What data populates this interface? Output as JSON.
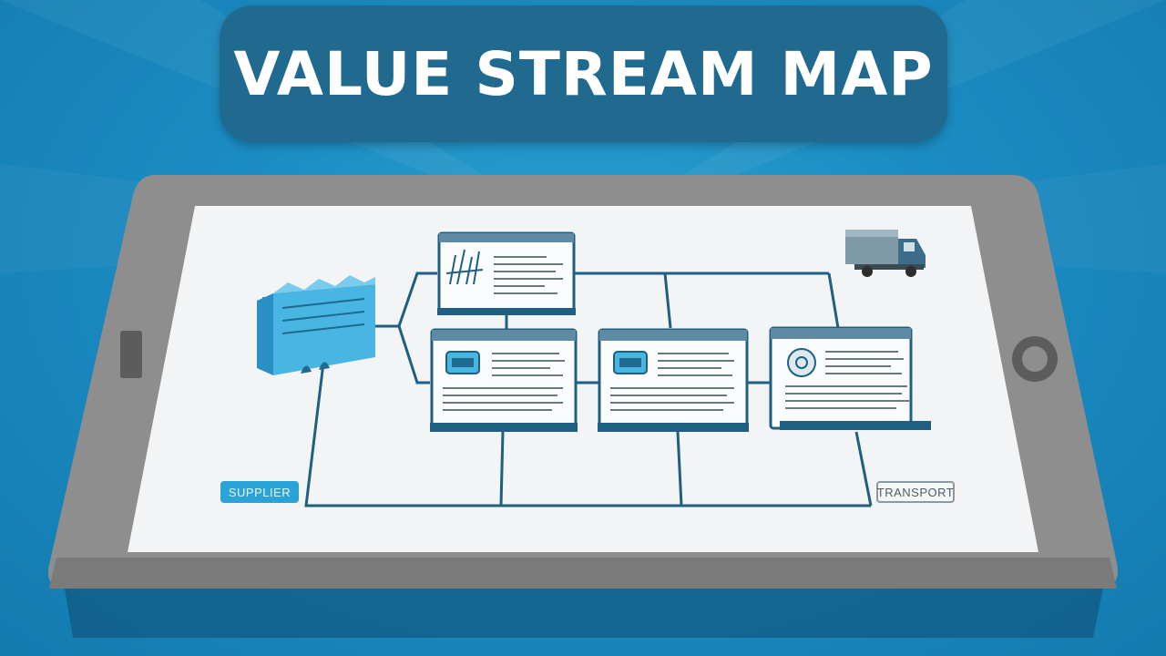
{
  "title": "VALUE STREAM MAP",
  "labels": {
    "left_tag": "SUPPLIER",
    "right_tag": "TRANSPORT"
  },
  "icons": {
    "factory": "factory-icon",
    "truck": "truck-icon",
    "home_button": "home-button-icon",
    "side_button": "side-button-icon"
  },
  "colors": {
    "background": "#1b8cc2",
    "banner": "#1f6a8e",
    "tablet_frame": "#8f8f8f",
    "screen": "#f2f4f5",
    "flow_lines": "#1f5f82",
    "accent": "#2aa3d8"
  }
}
